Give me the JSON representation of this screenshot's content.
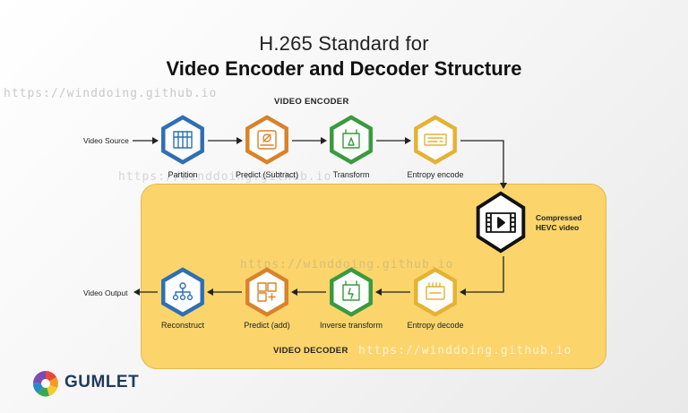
{
  "title_line1": "H.265 Standard for",
  "title_line2": "Video Encoder and Decoder Structure",
  "encoder_label": "VIDEO ENCODER",
  "decoder_label": "VIDEO DECODER",
  "input_label": "Video Source",
  "output_label": "Video Output",
  "compressed_label_1": "Compressed",
  "compressed_label_2": "HEVC video",
  "encoder_steps": [
    {
      "label": "Partition",
      "color": "#2f6fb5",
      "icon": "partition-icon"
    },
    {
      "label": "Predict (Subtract)",
      "color": "#d9822b",
      "icon": "predict-subtract-icon"
    },
    {
      "label": "Transform",
      "color": "#3a9a3f",
      "icon": "transform-icon"
    },
    {
      "label": "Entropy encode",
      "color": "#e5b232",
      "icon": "entropy-encode-icon"
    }
  ],
  "decoder_steps": [
    {
      "label": "Entropy decode",
      "color": "#e5b232",
      "icon": "entropy-decode-icon"
    },
    {
      "label": "Inverse transform",
      "color": "#3a9a3f",
      "icon": "inverse-transform-icon"
    },
    {
      "label": "Predict (add)",
      "color": "#d9822b",
      "icon": "predict-add-icon"
    },
    {
      "label": "Reconstruct",
      "color": "#2f6fb5",
      "icon": "reconstruct-icon"
    }
  ],
  "compressed_color": "#111111",
  "decoder_bg": "#fbd56b",
  "watermark_text": "https://winddoing.github.io",
  "brand": "GUMLET"
}
